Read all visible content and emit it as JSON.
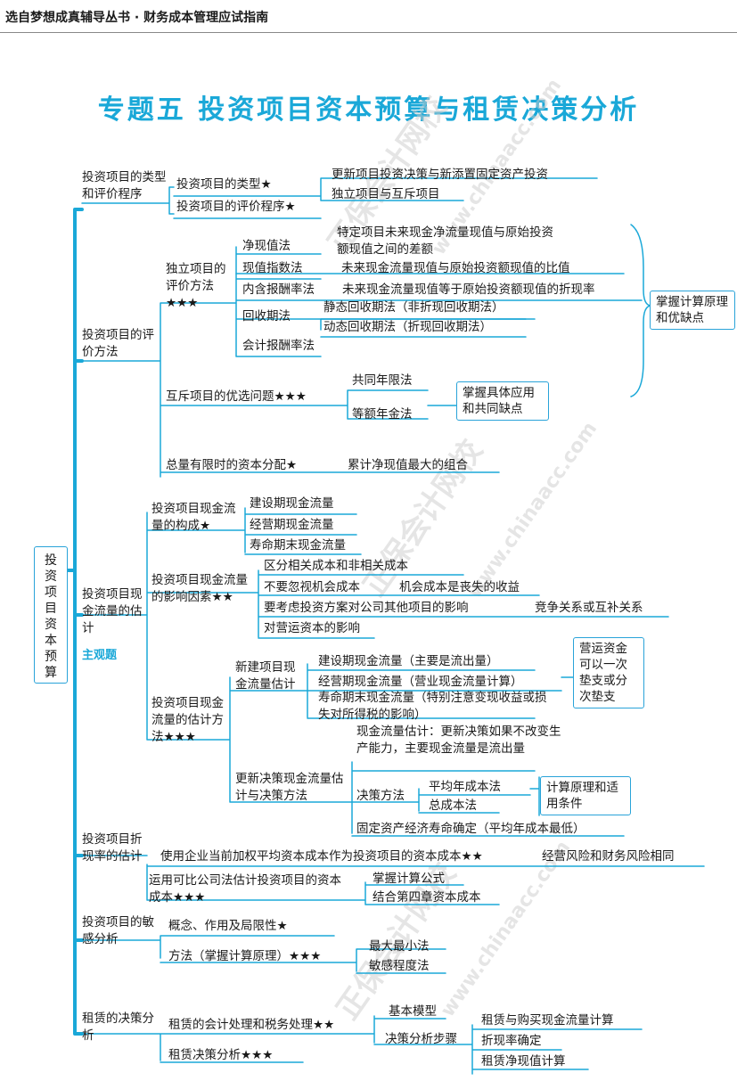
{
  "header": {
    "text": "选自梦想成真辅导丛书 · 财务成本管理应试指南"
  },
  "title": "专题五  投资项目资本预算与租赁决策分析",
  "root": "投资项目资本预算",
  "tag": "主观题",
  "watermark": [
    "正保会计网校",
    "www.chinaacc.com"
  ],
  "b1": {
    "label": "投资项目的类型和评价程序",
    "c1": "投资项目的类型★",
    "c1a": "更新项目投资决策与新添置固定资产投资",
    "c1b": "独立项目与互斥项目",
    "c2": "投资项目的评价程序★"
  },
  "b2": {
    "label": "投资项目的评价方法",
    "ind": "独立项目的评价方法★★★",
    "npv": "净现值法",
    "npv_d": "特定项目未来现金净流量现值与原始投资额现值之间的差额",
    "pi": "现值指数法",
    "pi_d": "未来现金流量现值与原始投资额现值的比值",
    "irr": "内含报酬率法",
    "irr_d": "未来现金流量现值等于原始投资额现值的折现率",
    "pb": "回收期法",
    "pb1": "静态回收期法（非折现回收期法）",
    "pb2": "动态回收期法（折现回收期法）",
    "arr": "会计报酬率法",
    "master": "掌握计算原理和优缺点",
    "mut": "互斥项目的优选问题★★★",
    "mut1": "共同年限法",
    "mut2": "等额年金法",
    "mut_note": "掌握具体应用和共同缺点",
    "cap": "总量有限时的资本分配★",
    "cap_d": "累计净现值最大的组合"
  },
  "b3": {
    "label": "投资项目现金流量的估计",
    "g1": "投资项目现金流量的构成★",
    "g1a": "建设期现金流量",
    "g1b": "经营期现金流量",
    "g1c": "寿命期末现金流量",
    "g2": "投资项目现金流量的影响因素★★",
    "g2a": "区分相关成本和非相关成本",
    "g2b": "不要忽视机会成本",
    "g2b_d": "机会成本是丧失的收益",
    "g2c": "要考虑投资方案对公司其他项目的影响",
    "g2c_d": "竞争关系或互补关系",
    "g2d": "对营运资本的影响",
    "g3": "投资项目现金流量的估计方法★★★",
    "new": "新建项目现金流量估计",
    "new1": "建设期现金流量（主要是流出量）",
    "new2": "经营期现金流量（营业现金流量计算）",
    "new3": "寿命期末现金流量（特别注意变现收益或损失对所得税的影响）",
    "wc": "营运资金可以一次垫支或分次垫支",
    "upd": "更新决策现金流量估计与决策方法",
    "upd1": "现金流量估计：更新决策如果不改变生产能力，主要现金流量是流出量",
    "dm": "决策方法",
    "dm1": "平均年成本法",
    "dm2": "总成本法",
    "dm_note": "计算原理和适用条件",
    "upd3": "固定资产经济寿命确定（平均年成本最低）"
  },
  "b4": {
    "label": "投资项目折现率的估计",
    "r1": "使用企业当前加权平均资本成本作为投资项目的资本成本★★",
    "r1_d": "经营风险和财务风险相同",
    "r2": "运用可比公司法估计投资项目的资本成本★★★",
    "r2a": "掌握计算公式",
    "r2b": "结合第四章资本成本"
  },
  "b5": {
    "label": "投资项目的敏感分析",
    "s1": "概念、作用及局限性★",
    "s2": "方法（掌握计算原理）★★★",
    "s2a": "最大最小法",
    "s2b": "敏感程度法"
  },
  "b6": {
    "label": "租赁的决策分析",
    "l1": "租赁的会计处理和税务处理★★",
    "l2": "租赁决策分析★★★",
    "l2a": "基本模型",
    "l2b": "决策分析步骤",
    "l2b1": "租赁与购买现金流量计算",
    "l2b2": "折现率确定",
    "l2b3": "租赁净现值计算"
  }
}
